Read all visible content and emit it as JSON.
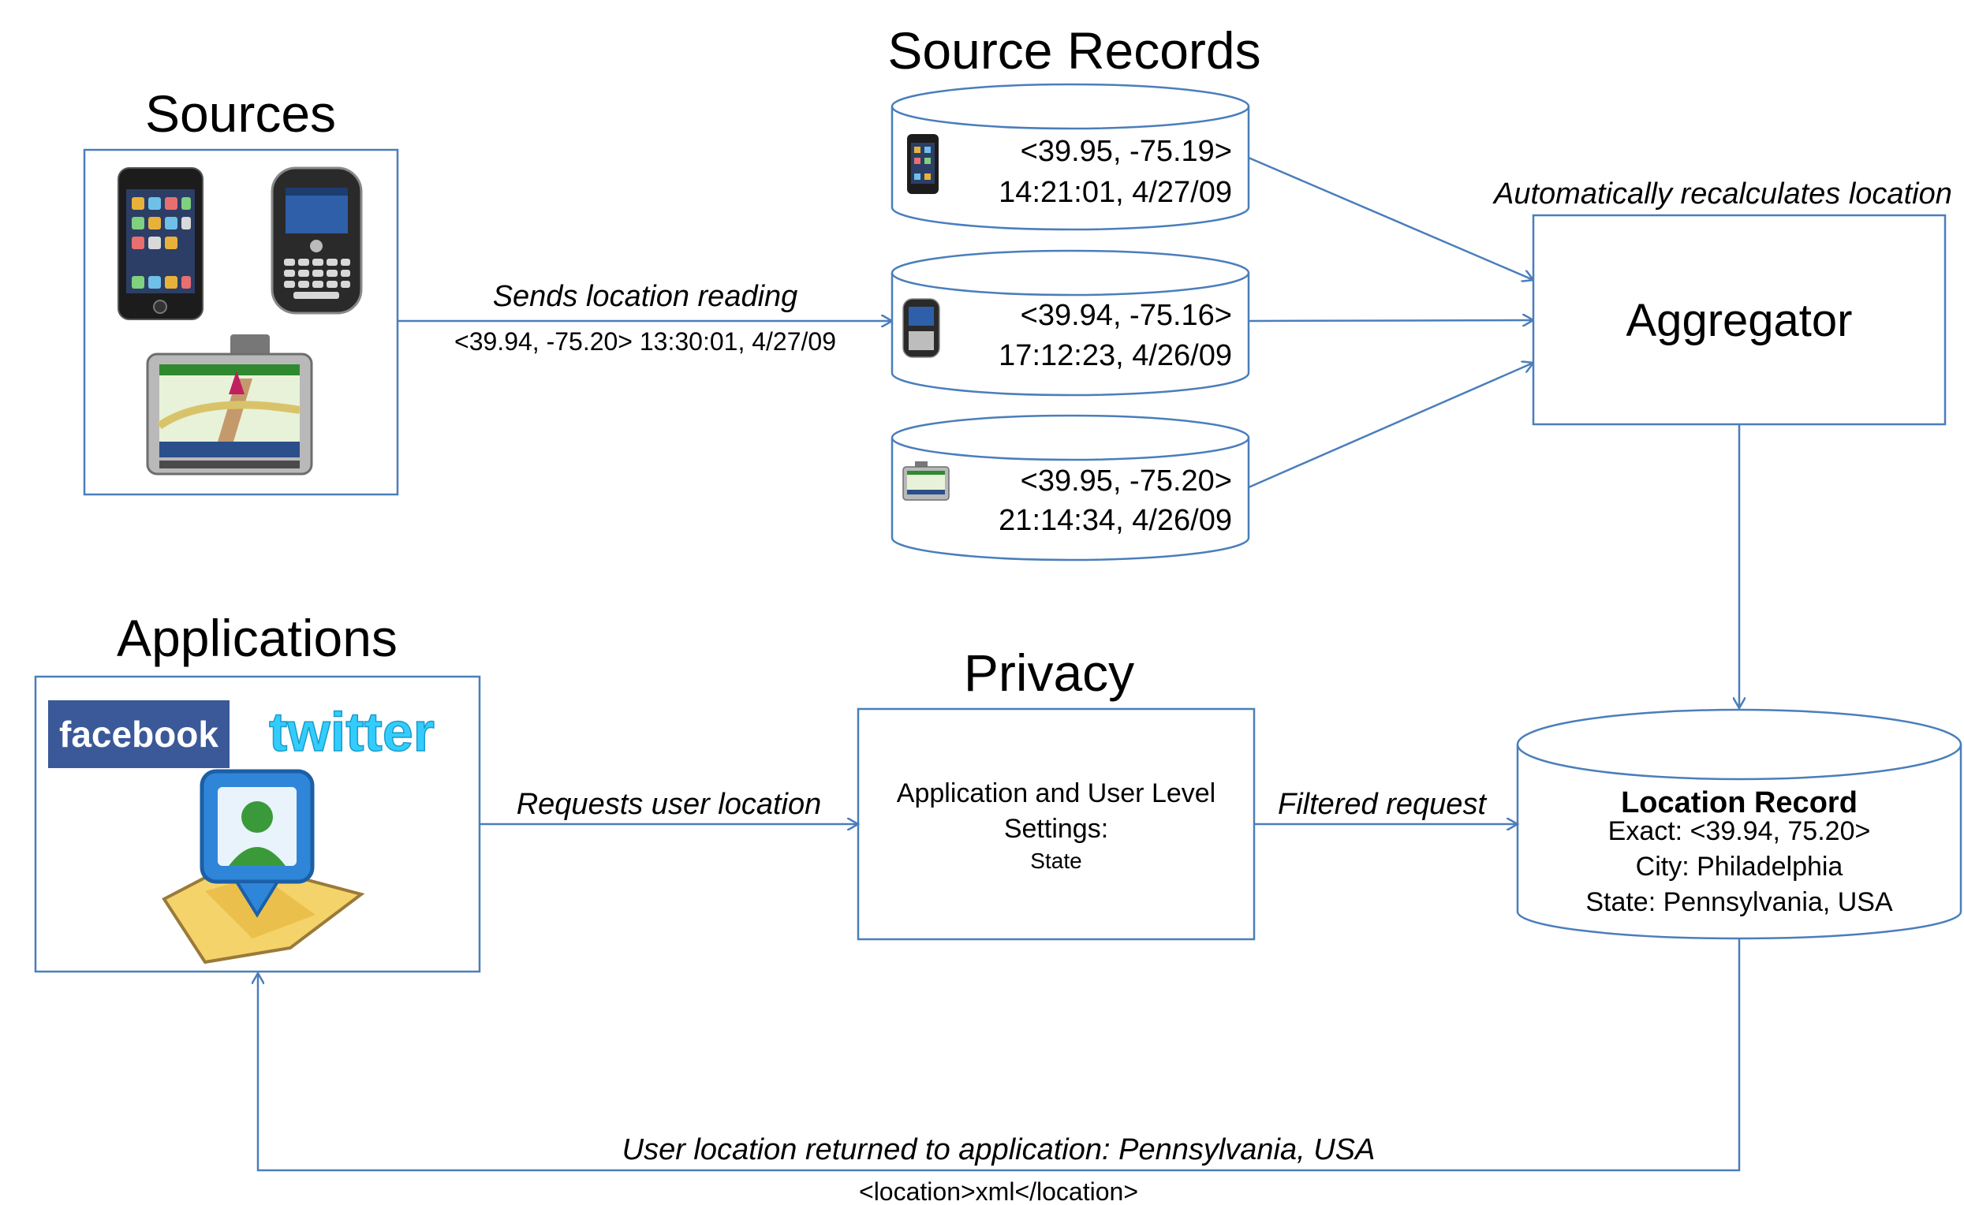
{
  "headings": {
    "sources": "Sources",
    "source_records": "Source Records",
    "applications": "Applications",
    "privacy": "Privacy"
  },
  "source_records": [
    {
      "device": "iphone-icon",
      "coords": "<39.95, -75.19>",
      "timestamp": "14:21:01, 4/27/09"
    },
    {
      "device": "blackberry-icon",
      "coords": "<39.94, -75.16>",
      "timestamp": "17:12:23, 4/26/09"
    },
    {
      "device": "gps-unit-icon",
      "coords": "<39.95, -75.20>",
      "timestamp": "21:14:34, 4/26/09"
    }
  ],
  "sources_edge": {
    "label": "Sends location reading",
    "payload": "<39.94, -75.20> 13:30:01, 4/27/09"
  },
  "aggregator": {
    "label": "Aggregator",
    "note": "Automatically recalculates location"
  },
  "privacy_box": {
    "line1": "Application and User Level",
    "line2": "Settings:",
    "setting": "State"
  },
  "location_record": {
    "title": "Location Record",
    "exact": "Exact: <39.94, 75.20>",
    "city": "City: Philadelphia",
    "state": "State: Pennsylvania, USA"
  },
  "edges": {
    "requests": "Requests user location",
    "filtered": "Filtered request",
    "returned": "User location returned to application: Pennsylvania, USA",
    "returned_payload": "<location>xml</location>"
  },
  "applications_logos": {
    "facebook": "facebook",
    "twitter": "twitter"
  },
  "colors": {
    "line": "#4A7EBB",
    "facebook_blue": "#3B5998",
    "twitter_blue": "#33CCFF"
  }
}
